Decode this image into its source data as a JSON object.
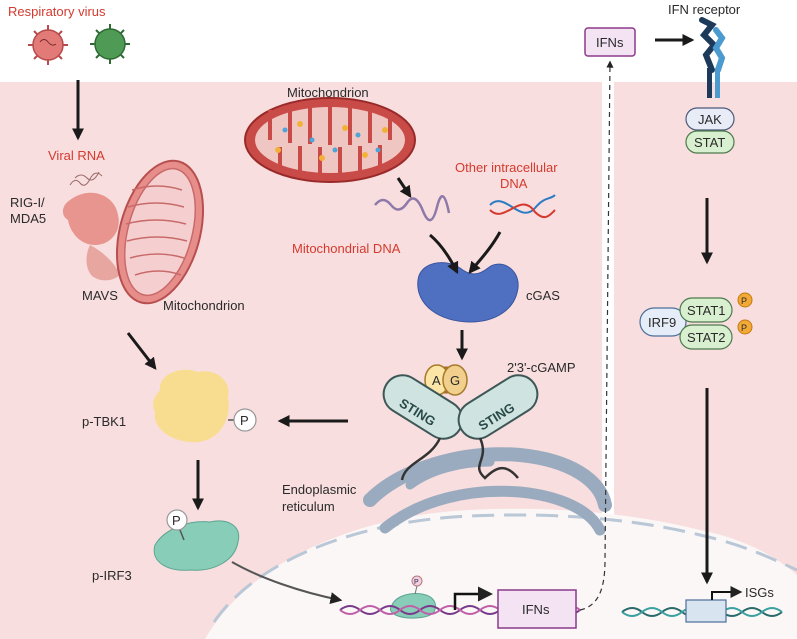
{
  "labels": {
    "respiratory_virus": "Respiratory virus",
    "viral_rna": "Viral RNA",
    "rig_mda_line1": "RIG-I/",
    "rig_mda_line2": "MDA5",
    "mavs": "MAVS",
    "mitochondrion_left": "Mitochondrion",
    "mitochondrion_top": "Mitochondrion",
    "other_dna_line1": "Other intracellular",
    "other_dna_line2": "DNA",
    "mitochondrial_dna": "Mitochondrial DNA",
    "cgas": "cGAS",
    "cgamp": "2'3'-cGAMP",
    "cgamp_a": "A",
    "cgamp_g": "G",
    "sting_left": "STING",
    "sting_right": "STING",
    "p_tbk1": "p-TBK1",
    "phospho_tbk1": "P",
    "p_irf3": "p-IRF3",
    "phospho_irf3": "P",
    "phospho_nuclear": "P",
    "er_line1": "Endoplasmic",
    "er_line2": "reticulum",
    "ifns_nucleus": "IFNs",
    "ifns_secreted": "IFNs",
    "ifn_receptor": "IFN receptor",
    "jak": "JAK",
    "stat": "STAT",
    "irf9": "IRF9",
    "stat1": "STAT1",
    "stat2": "STAT2",
    "stat1_p": "P",
    "stat2_p": "P",
    "isgs": "ISGs"
  },
  "colors": {
    "cytoplasm": "#f8dede",
    "nucleus": "#fbf7f7",
    "label_red": "#d43a2f",
    "cgas_blue": "#4f6fc0",
    "tbk1_yellow": "#f8dd90",
    "irf3_teal": "#88cdb8",
    "sting_fill": "#cfe3e0",
    "er_gray": "#9aabbf",
    "phospho_orange": "#f3a935"
  }
}
